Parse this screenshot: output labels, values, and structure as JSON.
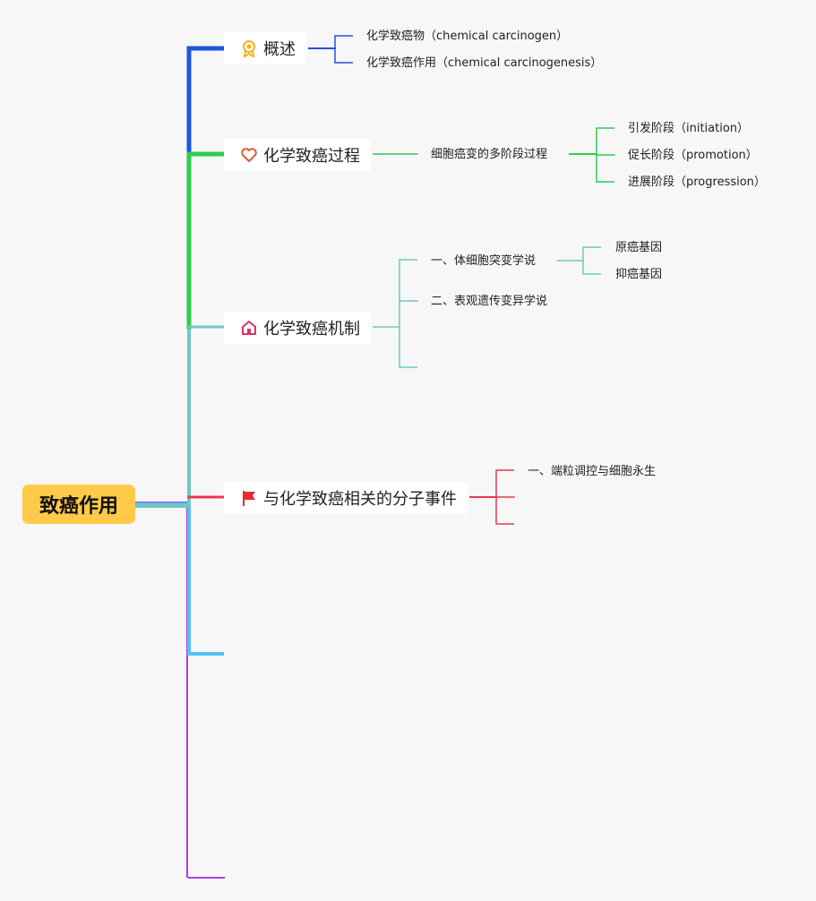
{
  "root": {
    "label": "致癌作用"
  },
  "branches": [
    {
      "label": "概述",
      "icon": "award-ribbon-icon",
      "color": "#1f54e0",
      "children": [
        {
          "text": "化学致癌物（chemical carcinogen）"
        },
        {
          "text": "化学致癌作用（chemical carcinogenesis）"
        }
      ]
    },
    {
      "label": "化学致癌过程",
      "icon": "heart-icon",
      "color": "#2ecc50",
      "children": [
        {
          "text": "细胞癌变的多阶段过程",
          "children": [
            {
              "text": "引发阶段（initiation）"
            },
            {
              "text": "促长阶段（promotion）"
            },
            {
              "text": "进展阶段（progression）"
            }
          ]
        }
      ]
    },
    {
      "label": "化学致癌机制",
      "icon": "house-icon",
      "color": "#6ec9c0",
      "children": [
        {
          "text": "一、体细胞突变学说",
          "children": [
            {
              "text": "原癌基因"
            },
            {
              "text": "抑癌基因"
            }
          ]
        },
        {
          "text": "二、表观遗传变异学说"
        }
      ]
    },
    {
      "label": "与化学致癌相关的分子事件",
      "icon": "flag-icon",
      "color": "#e8384f",
      "children": [
        {
          "text": "一、端粒调控与细胞永生"
        }
      ]
    }
  ],
  "extra_branch_colors": [
    "#4fc3f7",
    "#b03ee0"
  ]
}
